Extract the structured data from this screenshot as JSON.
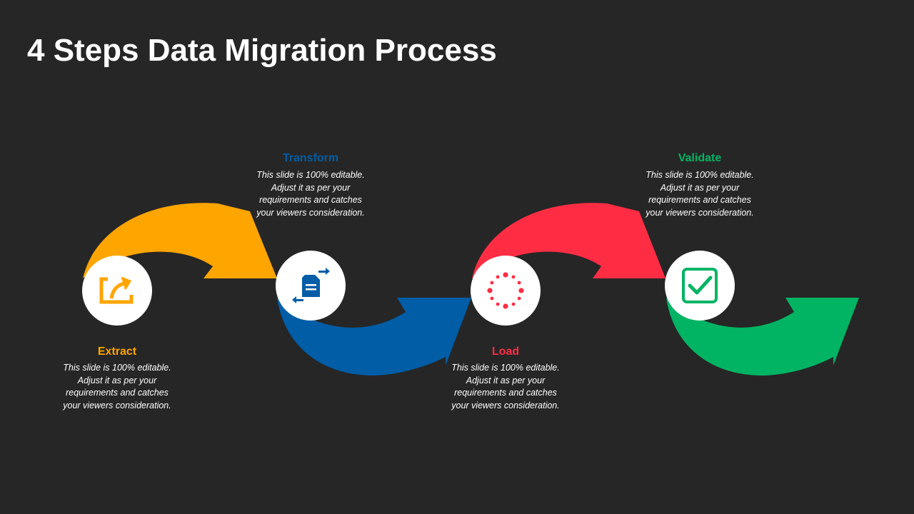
{
  "slide": {
    "title": "4 Steps Data Migration Process"
  },
  "steps": [
    {
      "name": "Extract",
      "icon": "export-icon",
      "color": "#FFA500",
      "description": "This slide is 100% editable. Adjust it as per your requirements and catches your viewers consideration."
    },
    {
      "name": "Transform",
      "icon": "document-transfer-icon",
      "color": "#005DA6",
      "description": "This slide is 100% editable. Adjust it as per your requirements and catches your viewers consideration."
    },
    {
      "name": "Load",
      "icon": "loading-spinner-icon",
      "color": "#FF2D44",
      "description": "This slide is 100% editable. Adjust it as per your requirements and catches your viewers consideration."
    },
    {
      "name": "Validate",
      "icon": "checkbox-check-icon",
      "color": "#00B464",
      "description": "This slide is 100% editable. Adjust it as per your requirements and catches your viewers consideration."
    }
  ]
}
